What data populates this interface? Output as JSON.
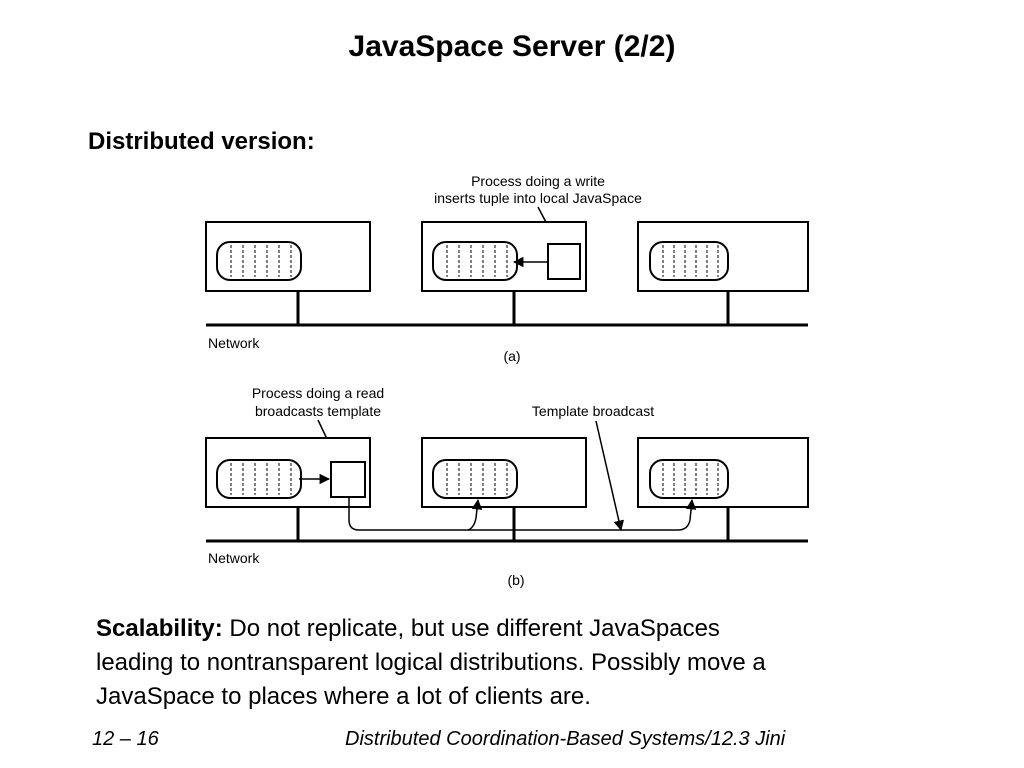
{
  "title": "JavaSpace Server (2/2)",
  "section_heading": "Distributed version:",
  "diagram": {
    "a": {
      "annotation_line1": "Process doing a write",
      "annotation_line2": "inserts tuple into local JavaSpace",
      "network_label": "Network",
      "caption": "(a)"
    },
    "b": {
      "annotation_left_line1": "Process doing a read",
      "annotation_left_line2": "broadcasts template",
      "annotation_right": "Template broadcast",
      "network_label": "Network",
      "caption": "(b)"
    }
  },
  "body": {
    "lead": "Scalability:",
    "line1": " Do not replicate, but use different JavaSpaces",
    "line2": "leading to nontransparent logical distributions. Possibly move a",
    "line3": "JavaSpace to places where a lot of clients are."
  },
  "footer": {
    "left": "12 – 16",
    "right": "Distributed Coordination-Based Systems/12.3 Jini"
  }
}
